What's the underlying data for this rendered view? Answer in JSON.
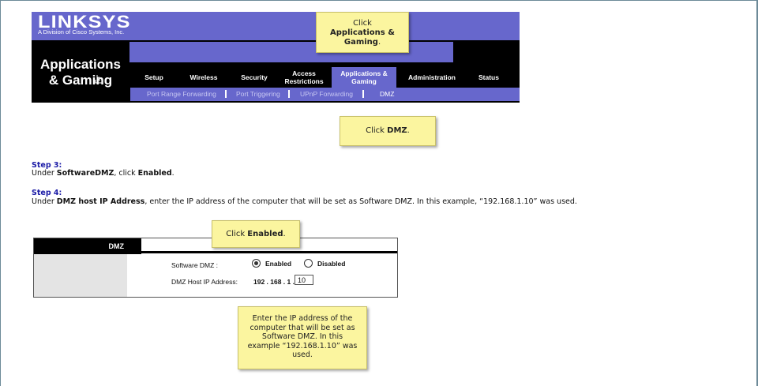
{
  "banner": {
    "logo": "LINKSYS",
    "logo_sub": "A Division of Cisco Systems, Inc.",
    "section_title": "Applications & Gaming",
    "tabs": [
      {
        "label": "Setup"
      },
      {
        "label": "Wireless"
      },
      {
        "label": "Security"
      },
      {
        "label": "Access Restrictions"
      },
      {
        "label": "Applications & Gaming"
      },
      {
        "label": "Administration"
      },
      {
        "label": "Status"
      }
    ],
    "subtabs": [
      {
        "label": "Port Range Forwarding"
      },
      {
        "label": "Port Triggering"
      },
      {
        "label": "UPnP Forwarding"
      },
      {
        "label": "DMZ"
      }
    ]
  },
  "callouts": {
    "apps_pre": "Click",
    "apps_bold": "Applications & Gaming",
    "apps_post": ".",
    "dmz_pre": "Click ",
    "dmz_bold": "DMZ",
    "dmz_post": ".",
    "enabled_pre": "Click ",
    "enabled_bold": "Enabled",
    "enabled_post": ".",
    "ip_text": "Enter the IP address of the computer that will be set as Software DMZ. In this example “192.168.1.10” was used."
  },
  "steps": {
    "step3_label": "Step 3:",
    "step3_pre": "Under ",
    "step3_b1": "SoftwareDMZ",
    "step3_mid": ", click ",
    "step3_b2": "Enabled",
    "step3_post": ".",
    "step4_label": "Step 4:",
    "step4_pre": "Under ",
    "step4_b1": "DMZ host IP Address",
    "step4_post": ", enter the IP address of the computer that will be set as Software DMZ. In this example, “192.168.1.10” was used."
  },
  "dmz_panel": {
    "heading": "DMZ",
    "software_dmz_label": "Software DMZ :",
    "enabled_label": "Enabled",
    "disabled_label": "Disabled",
    "selected": "Enabled",
    "host_ip_label": "DMZ Host IP Address:",
    "ip_prefix": "192 . 168 . 1 .",
    "ip_last": "10"
  },
  "colors": {
    "linksys_purple": "#6767cc",
    "callout_yellow": "#fbf59f",
    "step_blue": "#1a1aa6"
  }
}
